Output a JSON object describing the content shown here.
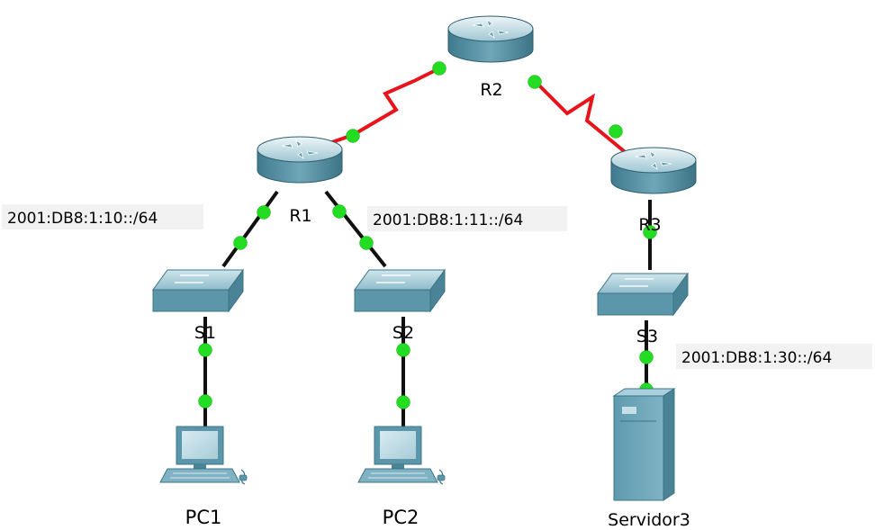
{
  "devices": {
    "r1": {
      "label": "R1",
      "kind": "router"
    },
    "r2": {
      "label": "R2",
      "kind": "router"
    },
    "r3": {
      "label": "R3",
      "kind": "router"
    },
    "s1": {
      "label": "S1",
      "kind": "switch"
    },
    "s2": {
      "label": "S2",
      "kind": "switch"
    },
    "s3": {
      "label": "S3",
      "kind": "switch"
    },
    "pc1": {
      "label": "PC1",
      "kind": "pc"
    },
    "pc2": {
      "label": "PC2",
      "kind": "pc"
    },
    "server3": {
      "label": "Servidor3",
      "kind": "server"
    }
  },
  "networks": {
    "lan1": "2001:DB8:1:10::/64",
    "lan2": "2001:DB8:1:11::/64",
    "lan3": "2001:DB8:1:30::/64"
  },
  "links": [
    {
      "from": "r1",
      "to": "r2",
      "type": "serial"
    },
    {
      "from": "r2",
      "to": "r3",
      "type": "serial"
    },
    {
      "from": "r1",
      "to": "s1",
      "type": "ethernet"
    },
    {
      "from": "r1",
      "to": "s2",
      "type": "ethernet"
    },
    {
      "from": "r3",
      "to": "s3",
      "type": "ethernet"
    },
    {
      "from": "s1",
      "to": "pc1",
      "type": "ethernet"
    },
    {
      "from": "s2",
      "to": "pc2",
      "type": "ethernet"
    },
    {
      "from": "s3",
      "to": "server3",
      "type": "ethernet"
    }
  ],
  "colors": {
    "serial": "#e8141b",
    "ethernet": "#111111",
    "link_up": "#22dd22",
    "device_body": "#5a93a8",
    "device_light": "#a9d0dc"
  }
}
